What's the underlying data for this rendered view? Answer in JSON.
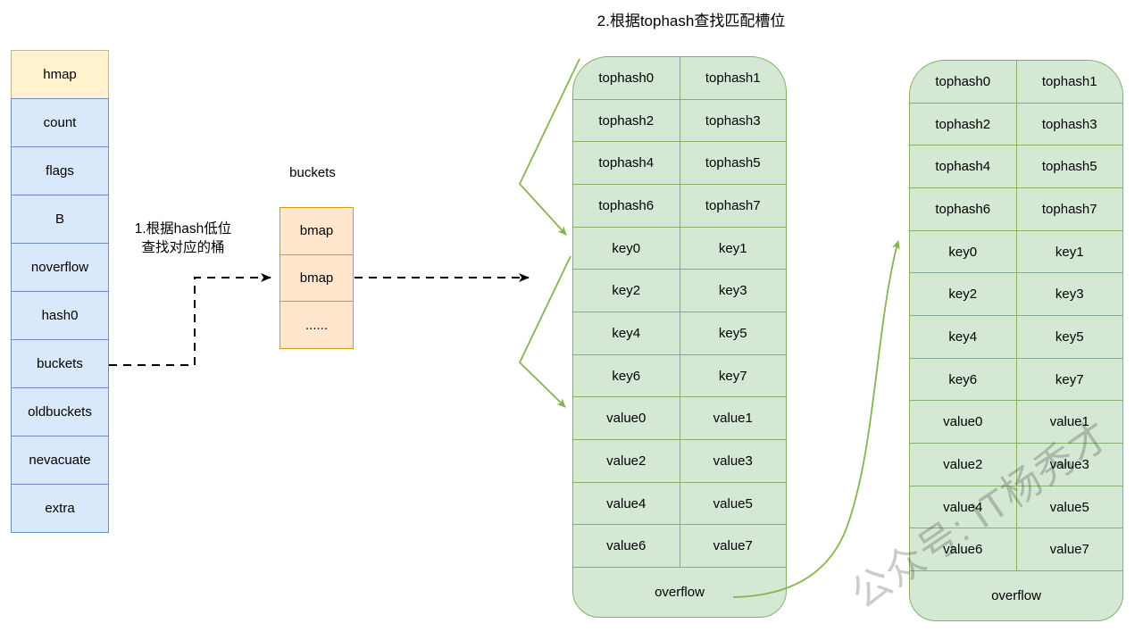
{
  "titles": {
    "step2": "2.根据tophash查找匹配槽位",
    "step1_line1": "1.根据hash低位",
    "step1_line2": "查找对应的桶",
    "buckets_label": "buckets"
  },
  "hmap_struct": {
    "header": "hmap",
    "fields": [
      "count",
      "flags",
      "B",
      "noverflow",
      "hash0",
      "buckets",
      "oldbuckets",
      "nevacuate",
      "extra"
    ]
  },
  "buckets_array": {
    "cells": [
      "bmap",
      "bmap",
      "......"
    ]
  },
  "bucket_detail": {
    "slots": [
      "tophash0",
      "tophash1",
      "tophash2",
      "tophash3",
      "tophash4",
      "tophash5",
      "tophash6",
      "tophash7",
      "key0",
      "key1",
      "key2",
      "key3",
      "key4",
      "key5",
      "key6",
      "key7",
      "value0",
      "value1",
      "value2",
      "value3",
      "value4",
      "value5",
      "value6",
      "value7"
    ],
    "overflow": "overflow"
  },
  "overflow_bucket": {
    "slots": [
      "tophash0",
      "tophash1",
      "tophash2",
      "tophash3",
      "tophash4",
      "tophash5",
      "tophash6",
      "tophash7",
      "key0",
      "key1",
      "key2",
      "key3",
      "key4",
      "key5",
      "key6",
      "key7",
      "value0",
      "value1",
      "value2",
      "value3",
      "value4",
      "value5",
      "value6",
      "value7"
    ],
    "overflow": "overflow"
  },
  "watermark": "公众号: IT杨秀才",
  "colors": {
    "struct_fill": "#dae8fc",
    "struct_border": "#6c8ebf",
    "header_fill": "#fff2cc",
    "bmap_fill": "#ffe6cc",
    "bmap_border": "#d79b00",
    "bucket_fill": "#d5e8d4",
    "bucket_border": "#82b366",
    "green_arrow": "#85b54e",
    "dashed_arrow": "#000000"
  }
}
